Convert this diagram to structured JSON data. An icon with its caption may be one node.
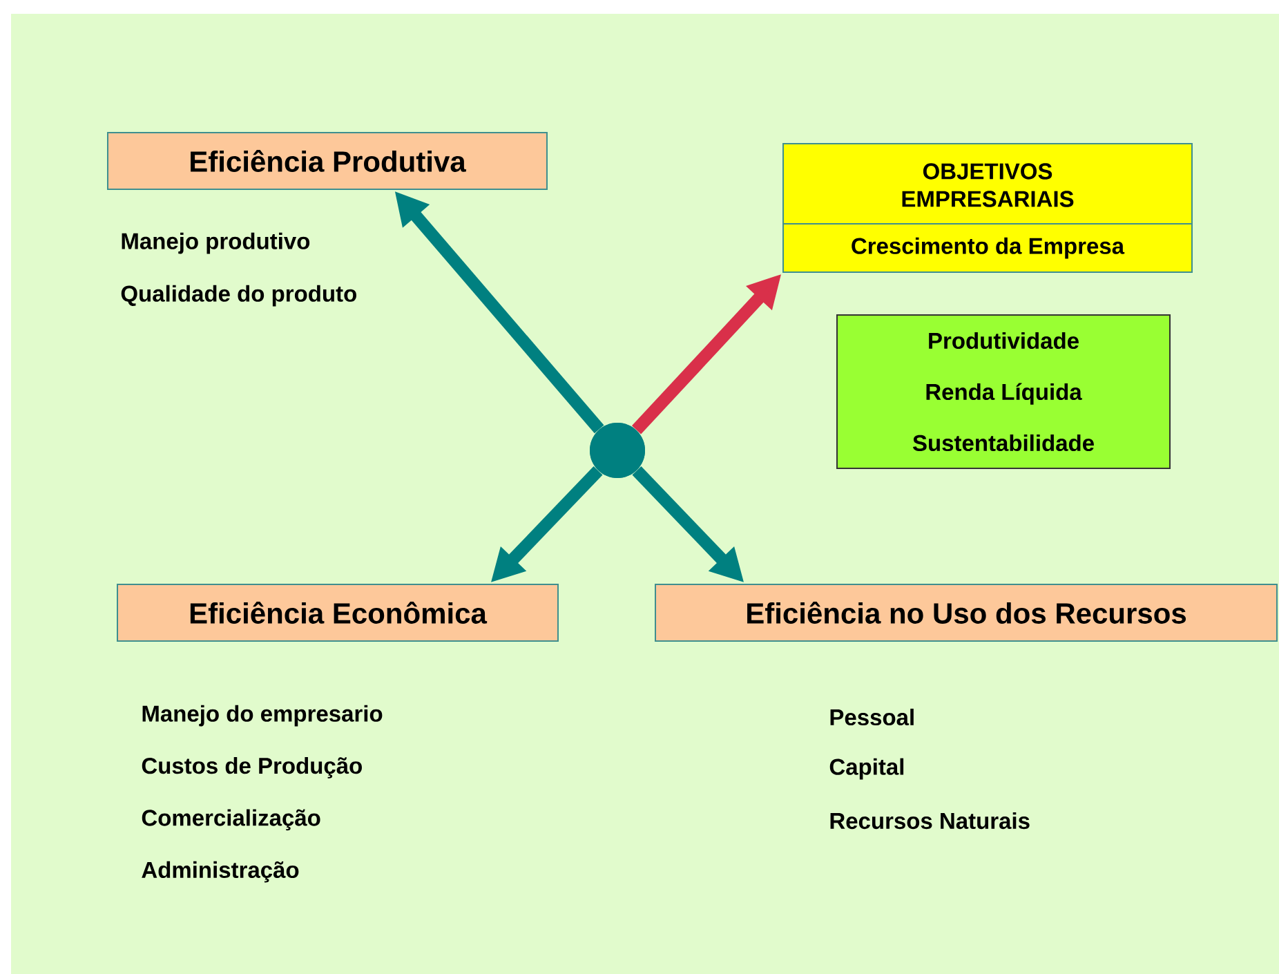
{
  "diagram": {
    "nodes": [
      {
        "text": [
          "Eficiência Produtiva"
        ],
        "beside": [
          "Manejo produtivo",
          "Qualidade do produto"
        ]
      },
      {
        "text": [
          "OBJETIVOS EMPRESARIAIS",
          "Crescimento da Empresa"
        ]
      },
      {
        "text": [
          "Produtividade",
          "Renda Líquida",
          "Sustentabilidade"
        ]
      },
      {
        "text": [],
        "shape": "circle"
      },
      {
        "text": [
          "Eficiência Econômica"
        ],
        "beside": [
          "Manejo do empresario",
          "Custos de Produção",
          "Comercialização",
          "Administração"
        ]
      },
      {
        "text": [
          "Eficiência no Uso dos Recursos"
        ],
        "beside": [
          "Pessoal",
          "Capital",
          "Recursos Naturais"
        ]
      }
    ],
    "edges": [
      {
        "from": 3,
        "to": 0,
        "arrow": "to"
      },
      {
        "from": 3,
        "to": 1,
        "arrow": "to",
        "color": "#d9304a"
      },
      {
        "from": 3,
        "to": 4,
        "arrow": "to"
      },
      {
        "from": 3,
        "to": 5,
        "arrow": "to"
      }
    ]
  }
}
